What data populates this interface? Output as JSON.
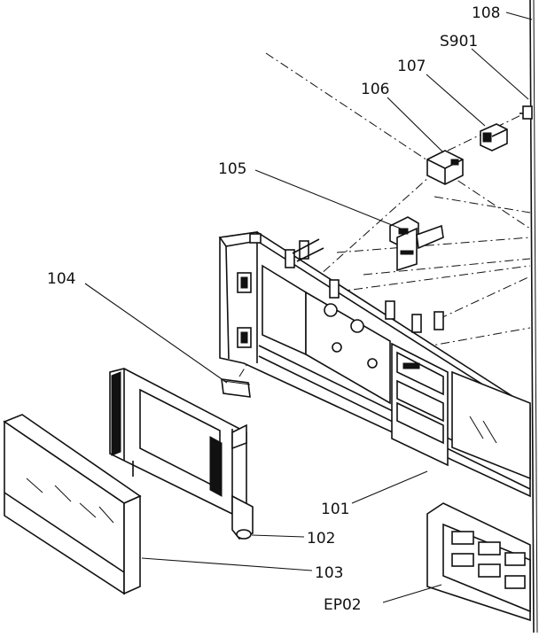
{
  "parts": [
    {
      "id": "p108",
      "label": "108"
    },
    {
      "id": "p901",
      "label": "S901"
    },
    {
      "id": "p107",
      "label": "107"
    },
    {
      "id": "p106",
      "label": "106"
    },
    {
      "id": "p105",
      "label": "105"
    },
    {
      "id": "p104",
      "label": "104"
    },
    {
      "id": "p101",
      "label": "101"
    },
    {
      "id": "p102",
      "label": "102"
    },
    {
      "id": "p103",
      "label": "103"
    },
    {
      "id": "pEP02",
      "label": "EP02"
    }
  ]
}
